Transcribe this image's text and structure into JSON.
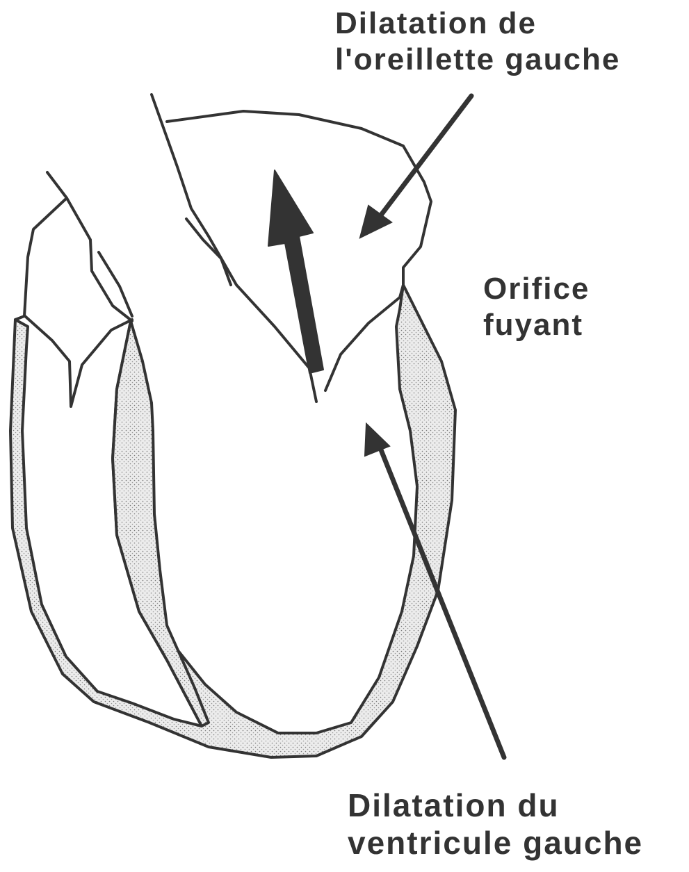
{
  "labels": {
    "left_atrium": [
      "Dilatation de",
      "l'oreillette gauche"
    ],
    "orifice": [
      "Orifice",
      "fuyant"
    ],
    "left_ventricle": [
      "Dilatation du",
      "ventricule gauche"
    ]
  },
  "colors": {
    "stroke": "#333333",
    "muscle_fill": "#c9c9c9",
    "background": "#ffffff"
  }
}
